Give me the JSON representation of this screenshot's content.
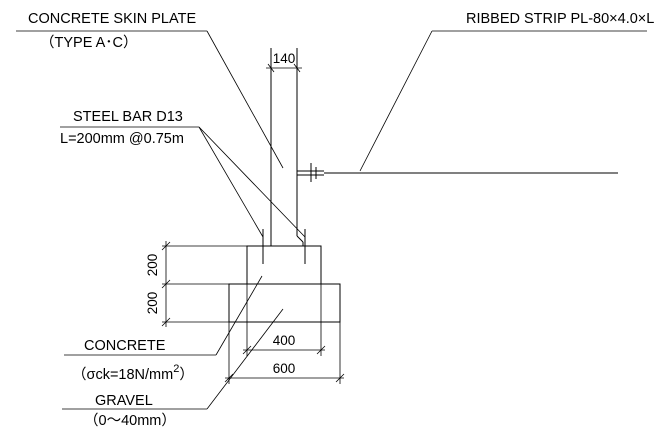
{
  "labels": {
    "skin_plate": "CONCRETE SKIN PLATE",
    "skin_plate_type": "（TYPE A･C）",
    "ribbed_strip": "RIBBED STRIP PL-80×4.0×L",
    "steel_bar": "STEEL BAR D13",
    "steel_bar_spec": "L=200mm @0.75m",
    "concrete": "CONCRETE",
    "concrete_spec": "（σck=18N/mm",
    "concrete_spec_sup": "2",
    "concrete_spec_close": "）",
    "gravel": "GRAVEL",
    "gravel_spec": "（0～40mm）"
  },
  "dimensions": {
    "plate_width": "140",
    "upper_height": "200",
    "lower_height": "200",
    "concrete_width": "400",
    "gravel_width": "600"
  },
  "colors": {
    "line": "#000000",
    "background": "#ffffff"
  }
}
